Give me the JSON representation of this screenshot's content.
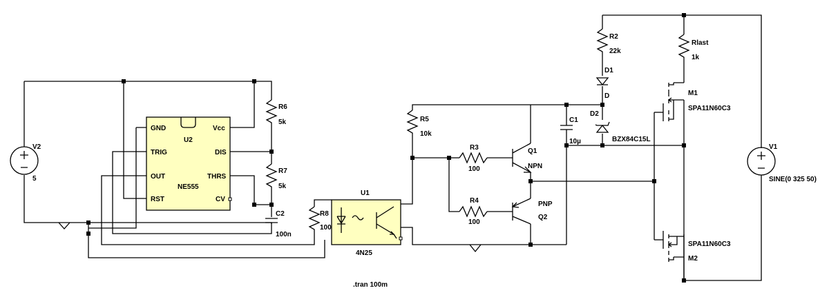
{
  "components": {
    "V2": {
      "ref": "V2",
      "value": "5"
    },
    "V1": {
      "ref": "V1",
      "value": "SINE(0 325 50)"
    },
    "U2": {
      "ref": "U2",
      "value": "NE555",
      "pins": {
        "gnd": "GND",
        "vcc": "Vcc",
        "trig": "TRIG",
        "dis": "DIS",
        "out": "OUT",
        "thrs": "THRS",
        "rst": "RST",
        "cv": "CV"
      }
    },
    "U1": {
      "ref": "U1",
      "value": "4N25"
    },
    "R6": {
      "ref": "R6",
      "value": "5k"
    },
    "R7": {
      "ref": "R7",
      "value": "5k"
    },
    "C2": {
      "ref": "C2",
      "value": "100n"
    },
    "R8": {
      "ref": "R8",
      "value": "100"
    },
    "R5": {
      "ref": "R5",
      "value": "10k"
    },
    "R3": {
      "ref": "R3",
      "value": "100"
    },
    "R4": {
      "ref": "R4",
      "value": "100"
    },
    "Q1": {
      "ref": "Q1",
      "value": "NPN"
    },
    "Q2": {
      "ref": "Q2",
      "value": "PNP"
    },
    "C1": {
      "ref": "C1",
      "value": "10µ"
    },
    "R2": {
      "ref": "R2",
      "value": "22k"
    },
    "D1": {
      "ref": "D1",
      "value": "D"
    },
    "D2": {
      "ref": "D2",
      "value": "BZX84C15L"
    },
    "Rlast": {
      "ref": "Rlast",
      "value": "1k"
    },
    "M1": {
      "ref": "M1",
      "value": "SPA11N60C3"
    },
    "M2": {
      "ref": "M2",
      "value": "SPA11N60C3"
    }
  },
  "directive": ".tran 100m"
}
